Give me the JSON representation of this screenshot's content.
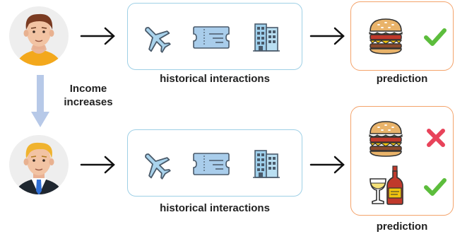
{
  "top_row": {
    "history_label": "historical interactions",
    "prediction_label": "prediction"
  },
  "transition_label_line1": "Income",
  "transition_label_line2": "increases",
  "bottom_row": {
    "history_label": "historical interactions",
    "prediction_label": "prediction"
  },
  "colors": {
    "history_border": "#9fd0e6",
    "prediction_border": "#f4a36b",
    "transition_arrow": "#b7c9e8",
    "check_green": "#5cbd3c",
    "cross_red": "#e8435a",
    "avatar_bg": "#eeeeee"
  },
  "icons": {
    "history_items": [
      "airplane-icon",
      "ticket-icon",
      "building-icon"
    ],
    "top_prediction": [
      "burger-icon",
      "check-icon"
    ],
    "bottom_prediction": [
      "burger-icon",
      "cross-icon",
      "wine-icon",
      "check-icon"
    ]
  }
}
